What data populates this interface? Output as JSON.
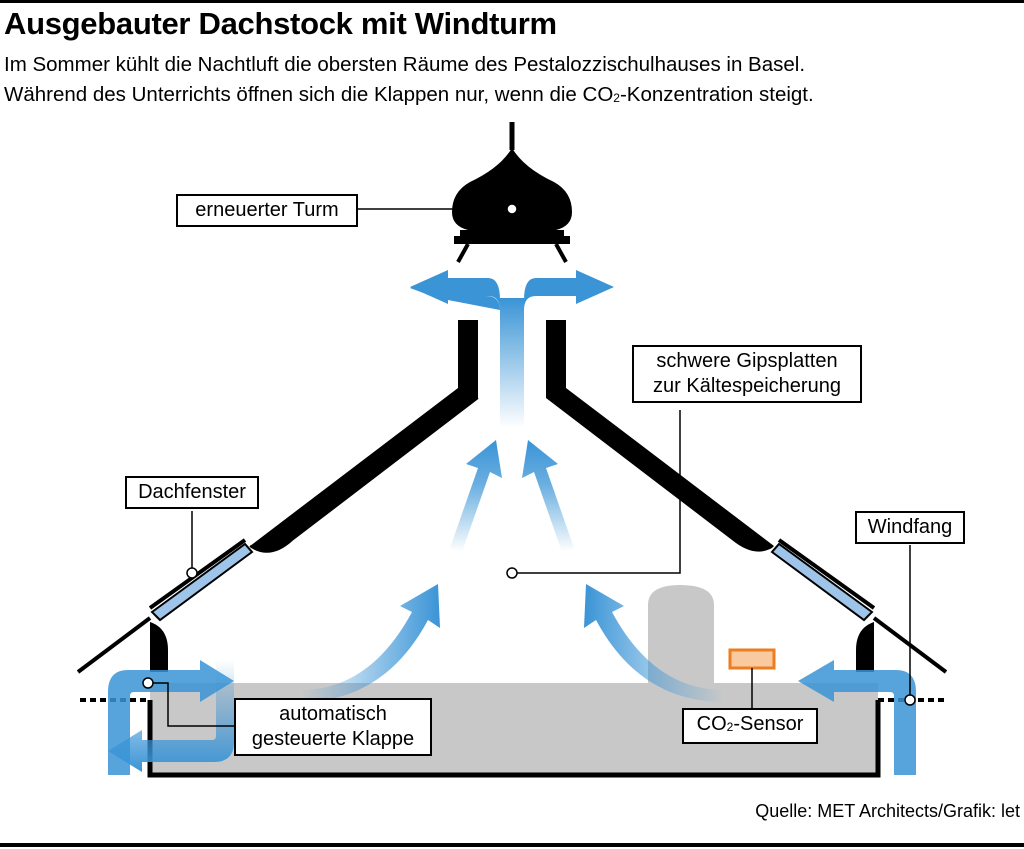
{
  "title": "Ausgebauter Dachstock mit Windturm",
  "subtitle": {
    "line1": "Im Sommer kühlt die Nachtluft die obersten Räume des Pestalozzischulhauses in Basel.",
    "line2_before": "Während des Unterrichts öffnen sich die Klappen nur, wenn die CO",
    "line2_sub": "2",
    "line2_after": "-Konzentration steigt."
  },
  "labels": {
    "tower": "erneuerter Turm",
    "gypsum_line1": "schwere Gipsplatten",
    "gypsum_line2": "zur Kältespeicherung",
    "roof_window": "Dachfenster",
    "windfang": "Windfang",
    "flap_line1": "automatisch",
    "flap_line2": "gesteuerte Klappe",
    "sensor_before": "CO",
    "sensor_sub": "2",
    "sensor_after": "-Sensor"
  },
  "source": "Quelle: MET Architects/Grafik: let",
  "colors": {
    "airflow": "#3a94d6",
    "roof": "#000000",
    "floor": "#c8c8c8",
    "window_glass": "#9ec4ea",
    "sensor_fill": "#f9c9a0",
    "sensor_stroke": "#ee7d22"
  }
}
